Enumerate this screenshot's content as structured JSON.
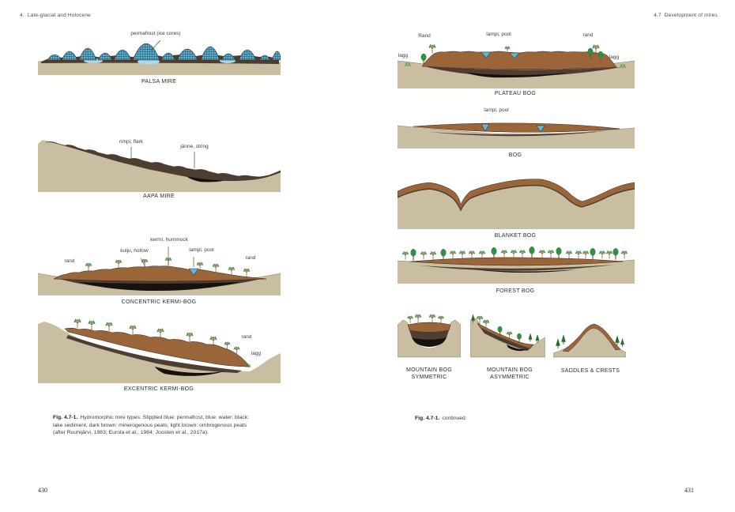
{
  "colors": {
    "paper": "#ffffff",
    "ground_tan": "#c9bda2",
    "ground_edge": "#8a7d63",
    "peat_light": "#9a6639",
    "peat_dark": "#4e3d31",
    "lake_black": "#17120e",
    "water_blue": "#62b7d8",
    "water_blue_light": "#a9d9ec",
    "permafrost_blue": "#5fb0cf",
    "permafrost_grid": "#2d6a84",
    "tree_green": "#2f9242",
    "tree_green_dark": "#1f6e2f",
    "trunk_brown": "#7a4c2a",
    "outline": "#2e2418"
  },
  "left_page": {
    "header": "4.  Late-glacial and Holocene",
    "page_number": "430",
    "palsa": {
      "caption": "PALSA MIRE",
      "labels": {
        "permafrost": "permafrost (ice cores)"
      }
    },
    "aapa": {
      "caption": "AAPA MIRE",
      "labels": {
        "rimpi": "rimpi, flark",
        "janne": "jänne, string"
      }
    },
    "concentric": {
      "caption": "CONCENTRIC KERMI-BOG",
      "labels": {
        "kermi": "kermi, hummock",
        "kulju": "kulju, hollow",
        "lampi": "lampi, pool",
        "rand_left": "rand",
        "rand_right": "rand"
      }
    },
    "excentric": {
      "caption": "EXCENTRIC KERMI-BOG",
      "labels": {
        "rand": "rand",
        "lagg": "lagg"
      }
    },
    "figure_caption": {
      "label": "Fig. 4.7-1.",
      "text": "Hydromorphic mire types. Stippled blue: permafrost; blue: water; black: lake sediment, dark brown: minerogenous peats; light brown: ombrogenous peats (after Ruuhijärvi, 1983; Eurola et al., 1984; Joosten et al., 2017a)."
    }
  },
  "right_page": {
    "header": "4.7  Development of mires",
    "page_number": "431",
    "plateau": {
      "caption": "PLATEAU BOG",
      "labels": {
        "rand_left": "Rand",
        "lampi": "lampi, pool",
        "rand_right": "rand",
        "lagg_left": "lagg",
        "lagg_right": "lagg"
      }
    },
    "bog": {
      "caption": "BOG",
      "labels": {
        "lampi": "lampi, pool"
      }
    },
    "blanket": {
      "caption": "BLANKET BOG"
    },
    "forest": {
      "caption": "FOREST BOG"
    },
    "mountain_symmetric": {
      "caption_line1": "MOUNTAIN BOG",
      "caption_line2": "SYMMETRIC"
    },
    "mountain_asymmetric": {
      "caption_line1": "MOUNTAIN BOG",
      "caption_line2": "ASYMMETRIC"
    },
    "saddles_crests": {
      "caption": "SADDLES & CRESTS"
    },
    "figure_caption": {
      "label": "Fig. 4.7-1.",
      "text": "continued"
    }
  }
}
